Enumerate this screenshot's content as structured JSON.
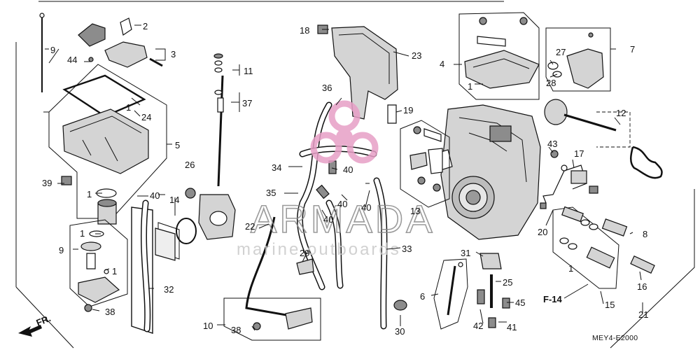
{
  "diagram": {
    "callouts": [
      {
        "id": "c1a",
        "text": "1"
      },
      {
        "id": "c1b",
        "text": "1"
      },
      {
        "id": "c1c",
        "text": "1"
      },
      {
        "id": "c1d",
        "text": "1"
      },
      {
        "id": "c1e",
        "text": "1"
      },
      {
        "id": "c1f",
        "text": "1"
      },
      {
        "id": "c2",
        "text": "2"
      },
      {
        "id": "c3",
        "text": "3"
      },
      {
        "id": "c4",
        "text": "4"
      },
      {
        "id": "c5",
        "text": "5"
      },
      {
        "id": "c6",
        "text": "6"
      },
      {
        "id": "c7",
        "text": "7"
      },
      {
        "id": "c8",
        "text": "8"
      },
      {
        "id": "c9a",
        "text": "9"
      },
      {
        "id": "c9b",
        "text": "9"
      },
      {
        "id": "c10",
        "text": "10"
      },
      {
        "id": "c11",
        "text": "11"
      },
      {
        "id": "c12",
        "text": "12"
      },
      {
        "id": "c13",
        "text": "13"
      },
      {
        "id": "c14",
        "text": "14"
      },
      {
        "id": "c15",
        "text": "15"
      },
      {
        "id": "c16",
        "text": "16"
      },
      {
        "id": "c17",
        "text": "17"
      },
      {
        "id": "c18",
        "text": "18"
      },
      {
        "id": "c19",
        "text": "19"
      },
      {
        "id": "c20",
        "text": "20"
      },
      {
        "id": "c21",
        "text": "21"
      },
      {
        "id": "c22",
        "text": "22"
      },
      {
        "id": "c23",
        "text": "23"
      },
      {
        "id": "c24",
        "text": "24"
      },
      {
        "id": "c25",
        "text": "25"
      },
      {
        "id": "c26",
        "text": "26"
      },
      {
        "id": "c27",
        "text": "27"
      },
      {
        "id": "c28",
        "text": "28"
      },
      {
        "id": "c29",
        "text": "29"
      },
      {
        "id": "c30",
        "text": "30"
      },
      {
        "id": "c31",
        "text": "31"
      },
      {
        "id": "c32",
        "text": "32"
      },
      {
        "id": "c33",
        "text": "33"
      },
      {
        "id": "c34",
        "text": "34"
      },
      {
        "id": "c35",
        "text": "35"
      },
      {
        "id": "c36",
        "text": "36"
      },
      {
        "id": "c37",
        "text": "37"
      },
      {
        "id": "c38a",
        "text": "38"
      },
      {
        "id": "c38b",
        "text": "38"
      },
      {
        "id": "c39",
        "text": "39"
      },
      {
        "id": "c40a",
        "text": "40"
      },
      {
        "id": "c40b",
        "text": "40"
      },
      {
        "id": "c40c",
        "text": "40"
      },
      {
        "id": "c40d",
        "text": "40"
      },
      {
        "id": "c40e",
        "text": "40"
      },
      {
        "id": "c41",
        "text": "41"
      },
      {
        "id": "c42",
        "text": "42"
      },
      {
        "id": "c43",
        "text": "43"
      },
      {
        "id": "c44",
        "text": "44"
      },
      {
        "id": "c45",
        "text": "45"
      }
    ],
    "reference_label": "F-14",
    "front_label": "FR.",
    "drawing_code": "MEY4-E2000"
  },
  "watermark": {
    "brand": "ARMADA",
    "tagline": "marine outboards",
    "colors": {
      "logo": "#e79fc6",
      "logo_dark": "#d97fb1",
      "brand_stroke": "#8a8a8a"
    }
  }
}
